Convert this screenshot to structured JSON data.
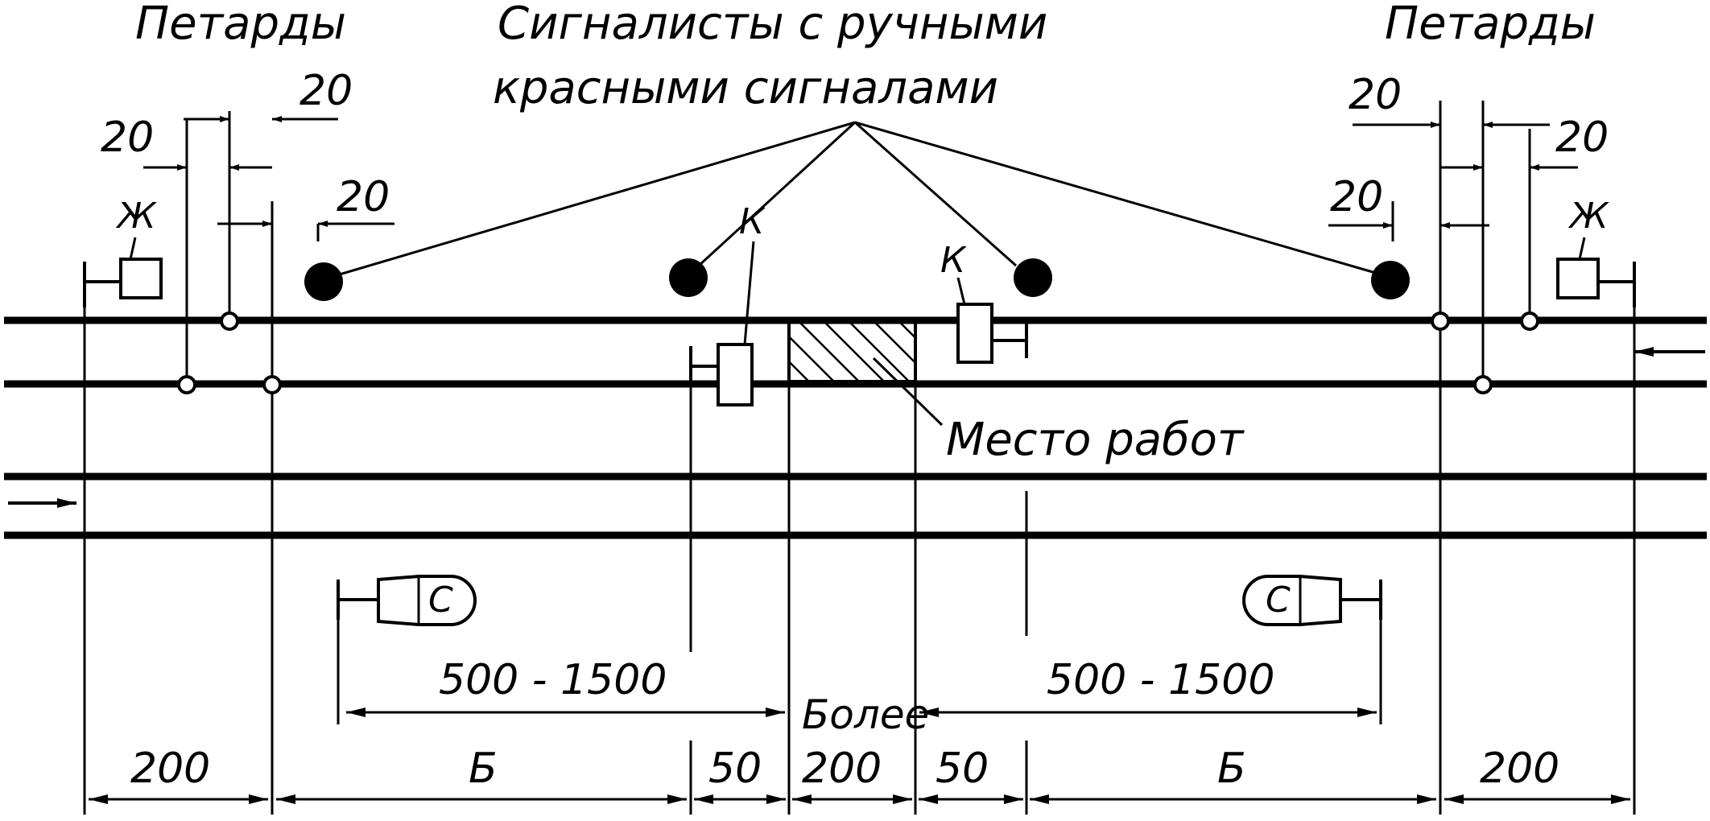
{
  "labels": {
    "petards_left": "Петарды",
    "petards_right": "Петарды",
    "signalmen_line1": "Сигналисты с ручными",
    "signalmen_line2": "красными сигналами",
    "worksite": "Место работ",
    "yellow_signal_left": "Ж",
    "yellow_signal_right": "Ж",
    "red_signal_left": "К",
    "red_signal_right": "К",
    "stop_sign_left": "С",
    "stop_sign_right": "С"
  },
  "dimensions": {
    "pet_gap_top_left": "20",
    "pet_gap_mid_left": "20",
    "pet_gap_low_left": "20",
    "pet_gap_top_right": "20",
    "pet_gap_mid_right": "20",
    "pet_gap_low_right": "20",
    "range_left": "500 - 1500",
    "range_right": "500 - 1500",
    "more_than": "Более",
    "seg_200_left": "200",
    "seg_b_left": "Б",
    "seg_50_left": "50",
    "seg_200_center": "200",
    "seg_50_right": "50",
    "seg_b_right": "Б",
    "seg_200_right": "200"
  },
  "colors": {
    "ink": "#000000",
    "paper": "#ffffff"
  }
}
